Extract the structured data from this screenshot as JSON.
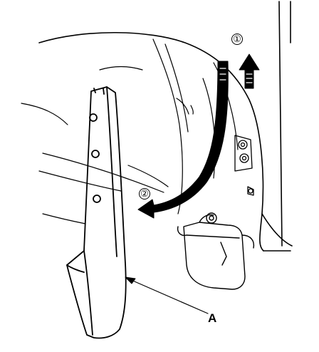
{
  "callouts": {
    "step_1": "①",
    "step_2": "②"
  },
  "labels": {
    "part_a": "A"
  },
  "colors": {
    "line": "#000000",
    "background": "#ffffff"
  }
}
